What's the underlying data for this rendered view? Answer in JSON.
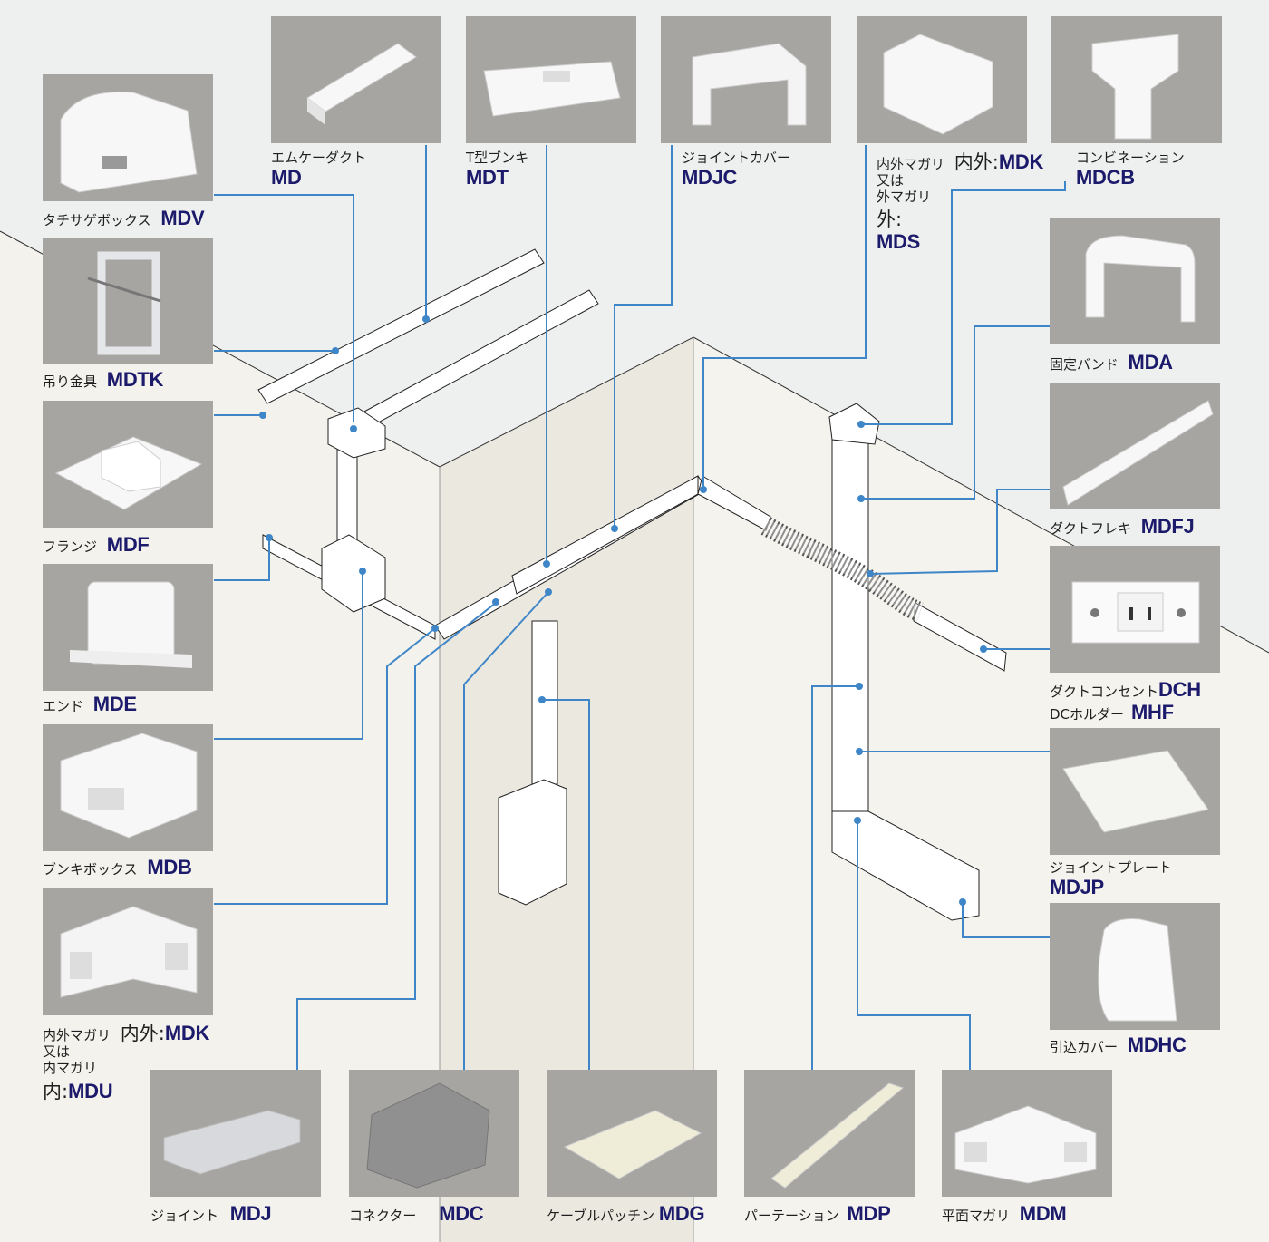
{
  "title": "エムケーダクト 部材構成図",
  "accent_color": "#3f86c9",
  "code_color": "#1c1a6b",
  "parts": [
    {
      "id": "md",
      "name": "エムケーダクト",
      "code": "MD"
    },
    {
      "id": "mdt",
      "name": "T型ブンキ",
      "code": "MDT"
    },
    {
      "id": "mdjc",
      "name": "ジョイントカバー",
      "code": "MDJC"
    },
    {
      "id": "mdk_mds",
      "name_lines": [
        "内外マガリ",
        "又は",
        "外マガリ"
      ],
      "prefix1": "内外:",
      "code1": "MDK",
      "prefix2": "外:",
      "code2": "MDS"
    },
    {
      "id": "mdcb",
      "name": "コンビネーション",
      "code": "MDCB"
    },
    {
      "id": "mdv",
      "name": "タチサゲボックス",
      "code": "MDV"
    },
    {
      "id": "mdtk",
      "name": "吊り金具",
      "code": "MDTK"
    },
    {
      "id": "mdf",
      "name": "フランジ",
      "code": "MDF"
    },
    {
      "id": "mde",
      "name": "エンド",
      "code": "MDE"
    },
    {
      "id": "mdb",
      "name": "ブンキボックス",
      "code": "MDB"
    },
    {
      "id": "mdk_mdu",
      "name_lines": [
        "内外マガリ",
        "又は",
        "内マガリ"
      ],
      "prefix1": "内外:",
      "code1": "MDK",
      "prefix2": "内:",
      "code2": "MDU"
    },
    {
      "id": "mda",
      "name": "固定バンド",
      "code": "MDA"
    },
    {
      "id": "mdfj",
      "name": "ダクトフレキ",
      "code": "MDFJ"
    },
    {
      "id": "dch_mhf",
      "name1": "ダクトコンセント",
      "code1": "DCH",
      "name2": "DCホルダー",
      "code2": "MHF"
    },
    {
      "id": "mdjp",
      "name": "ジョイントプレート",
      "code": "MDJP"
    },
    {
      "id": "mdhc",
      "name": "引込カバー",
      "code": "MDHC"
    },
    {
      "id": "mdj",
      "name": "ジョイント",
      "code": "MDJ"
    },
    {
      "id": "mdc",
      "name": "コネクター",
      "code": "MDC"
    },
    {
      "id": "mdg",
      "name": "ケーブルパッチン",
      "code": "MDG"
    },
    {
      "id": "mdp",
      "name": "パーテーション",
      "code": "MDP"
    },
    {
      "id": "mdm",
      "name": "平面マガリ",
      "code": "MDM"
    }
  ]
}
